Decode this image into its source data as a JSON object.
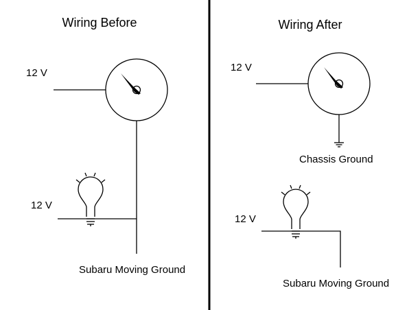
{
  "left_panel": {
    "title": "Wiring Before",
    "gauge_supply_label": "12 V",
    "bulb_supply_label": "12 V",
    "ground_label": "Subaru Moving Ground"
  },
  "right_panel": {
    "title": "Wiring After",
    "gauge_supply_label": "12 V",
    "gauge_ground_label": "Chassis Ground",
    "bulb_supply_label": "12 V",
    "ground_label": "Subaru Moving Ground"
  },
  "colors": {
    "line": "#000000",
    "background": "#ffffff"
  }
}
